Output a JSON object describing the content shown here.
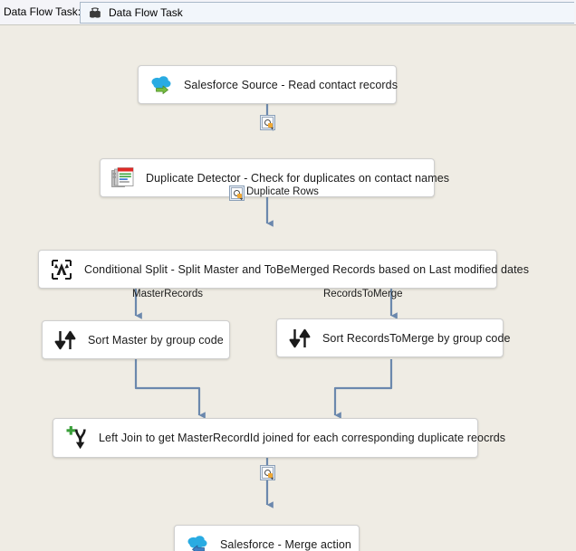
{
  "header": {
    "label": "Data Flow Task:",
    "combo_value": "Data Flow Task",
    "combo_icon": "data-flow-task-icon"
  },
  "canvas": {
    "background_color": "#efece4",
    "node_fill": "#ffffff",
    "node_border": "#cfcfcf",
    "edge_color": "#6b88ad"
  },
  "nodes": [
    {
      "id": "salesforce-source",
      "label": "Salesforce Source - Read contact records",
      "icon": "salesforce-cloud-source-icon",
      "icon_colors": {
        "cloud": "#29abe2",
        "arrow": "#77bc3f"
      }
    },
    {
      "id": "duplicate-detector",
      "label": "Duplicate Detector - Check for duplicates on contact names",
      "icon": "duplicate-documents-icon",
      "icon_colors": {
        "header": "#e02a26",
        "stack": "#b7b7b7",
        "line_green": "#3ea340",
        "line_blue": "#2f6fd0"
      }
    },
    {
      "id": "conditional-split",
      "label": "Conditional Split - Split Master and ToBeMerged Records based on Last modified dates",
      "icon": "conditional-split-icon",
      "icon_colors": {
        "glyph": "#1a1a1a"
      }
    },
    {
      "id": "sort-master",
      "label": "Sort Master by group code",
      "icon": "sort-arrows-icon",
      "icon_colors": {
        "glyph": "#1a1a1a"
      }
    },
    {
      "id": "sort-records-to-merge",
      "label": "Sort RecordsToMerge by group code",
      "icon": "sort-arrows-icon",
      "icon_colors": {
        "glyph": "#1a1a1a"
      }
    },
    {
      "id": "left-join",
      "label": "Left Join to get MasterRecordId joined for each corresponding duplicate reocrds",
      "icon": "merge-join-icon",
      "icon_colors": {
        "plus": "#3a9f3a",
        "glyph": "#1a1a1a"
      }
    },
    {
      "id": "salesforce-merge",
      "label": "Salesforce - Merge action",
      "icon": "salesforce-cloud-destination-icon",
      "icon_colors": {
        "cloud": "#29abe2",
        "arrow": "#3f7fc4"
      }
    }
  ],
  "edge_labels": {
    "duplicate_rows": "Duplicate Rows",
    "master_records": "MasterRecords",
    "records_to_merge": "RecordsToMerge"
  },
  "data_viewers": [
    {
      "id": "viewer-source-to-detector",
      "icon": "data-viewer-magnifier-icon",
      "label": ""
    },
    {
      "id": "viewer-detector-to-split",
      "icon": "data-viewer-magnifier-icon",
      "label": "Duplicate Rows"
    },
    {
      "id": "viewer-join-to-merge",
      "icon": "data-viewer-magnifier-icon",
      "label": ""
    }
  ]
}
